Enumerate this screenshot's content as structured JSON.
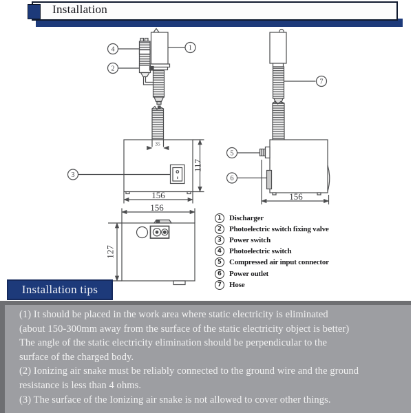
{
  "header": {
    "title": "Installation"
  },
  "tips_header": {
    "title": "Installation tips"
  },
  "tips": {
    "lines": [
      "(1) It should be placed in the work area where static electricity is eliminated",
      "(about 150-300mm away from the surface of the static electricity object is better)",
      "The angle of the static electricity elimination should be perpendicular to the",
      "surface of the charged body.",
      "(2) Ionizing air snake must be reliably connected to the ground wire and the ground",
      "resistance is less than 4 ohms.",
      "(3) The surface of the Ionizing air snake is not allowed to cover other things."
    ]
  },
  "legend": {
    "items": [
      {
        "num": "1",
        "label": "Discharger"
      },
      {
        "num": "2",
        "label": "Photoelectric switch fixing valve"
      },
      {
        "num": "3",
        "label": "Power switch"
      },
      {
        "num": "4",
        "label": "Photoelectric switch"
      },
      {
        "num": "5",
        "label": "Compressed air input connector"
      },
      {
        "num": "6",
        "label": "Power outlet"
      },
      {
        "num": "7",
        "label": "Hose"
      }
    ]
  },
  "diagram": {
    "callouts": {
      "c1": "1",
      "c2": "2",
      "c3": "3",
      "c4": "4",
      "c5": "5",
      "c6": "6",
      "c7": "7"
    },
    "dims": {
      "front_height": "117",
      "front_width": "156",
      "side_width": "156",
      "top_width": "156",
      "top_depth": "127",
      "hose_width": "35"
    }
  },
  "colors": {
    "navy": "#1d3a7a",
    "panel_gray": "#9d9ea2",
    "panel_gray_dark": "#6e6f72",
    "line": "#4b4c4e"
  }
}
